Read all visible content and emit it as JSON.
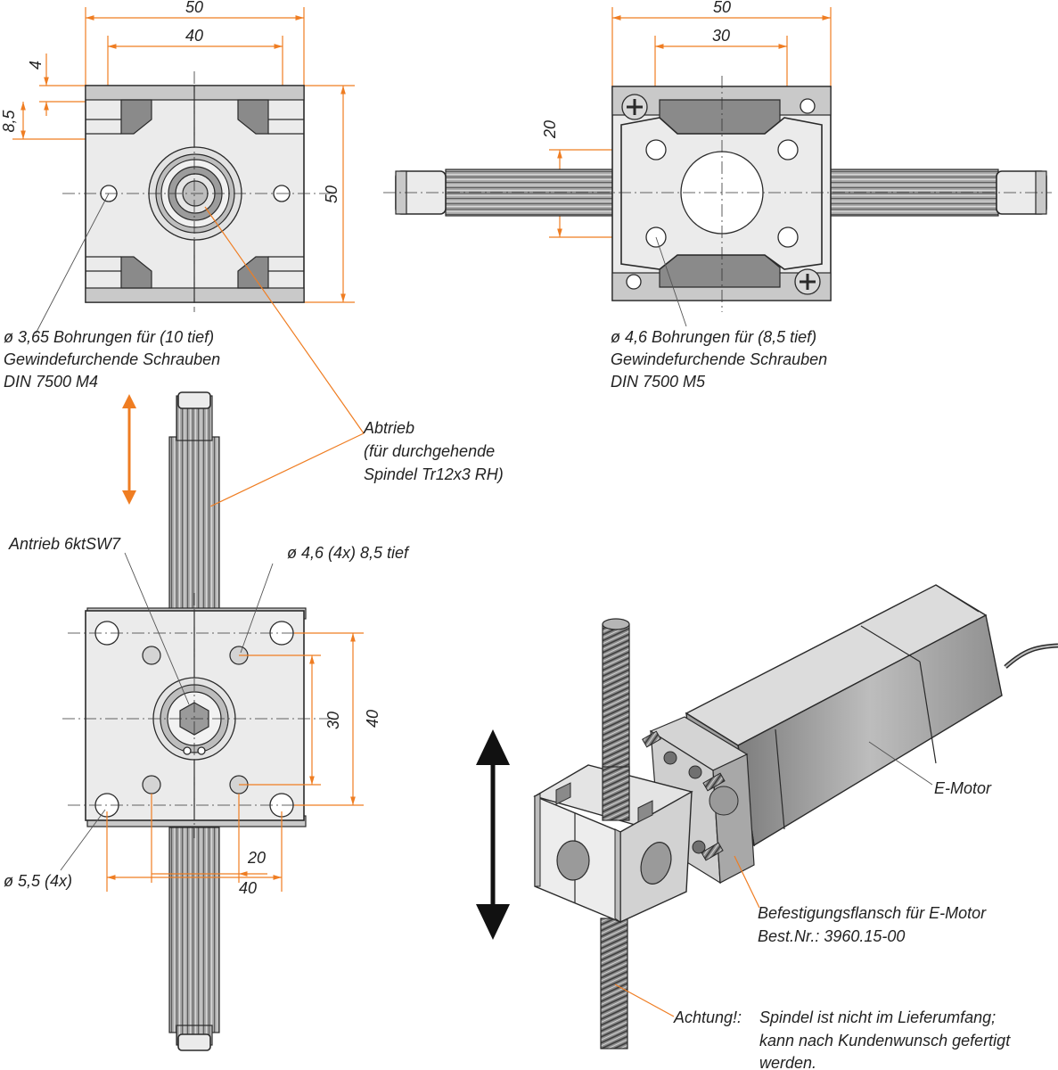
{
  "colors": {
    "dimension": "#ef7d22",
    "outline": "#2a2a2a",
    "body": "#ebebeb",
    "shadow": "#8a8a8a"
  },
  "views": {
    "top_left": {
      "dim_width_outer": "50",
      "dim_width_inner": "40",
      "dim_4": "4",
      "dim_8_5": "8,5",
      "dim_height": "50",
      "callout": [
        "ø 3,65 Bohrungen für (10 tief)",
        "Gewindefurchende Schrauben",
        "DIN 7500 M4"
      ]
    },
    "top_right": {
      "dim_width_outer": "50",
      "dim_width_inner": "30",
      "dim_height": "20",
      "callout": [
        "ø 4,6 Bohrungen für (8,5 tief)",
        "Gewindefurchende Schrauben",
        "DIN 7500 M5"
      ]
    },
    "front": {
      "abtrieb": [
        "Abtrieb",
        "(für durchgehende",
        "Spindel Tr12x3 RH)"
      ],
      "antrieb": "Antrieb 6ktSW7",
      "holes_top": "ø 4,6 (4x) 8,5 tief",
      "holes_bottom": "ø 5,5 (4x)",
      "dim_30": "30",
      "dim_40_v": "40",
      "dim_20": "20",
      "dim_40_h": "40"
    },
    "iso": {
      "motor": "E-Motor",
      "flange": [
        "Befestigungsflansch für E-Motor",
        "Best.Nr.: 3960.15-00"
      ],
      "note_prefix": "Achtung!:",
      "note": [
        "Spindel ist nicht im Lieferumfang;",
        "kann nach Kundenwunsch gefertigt",
        "werden."
      ]
    }
  }
}
